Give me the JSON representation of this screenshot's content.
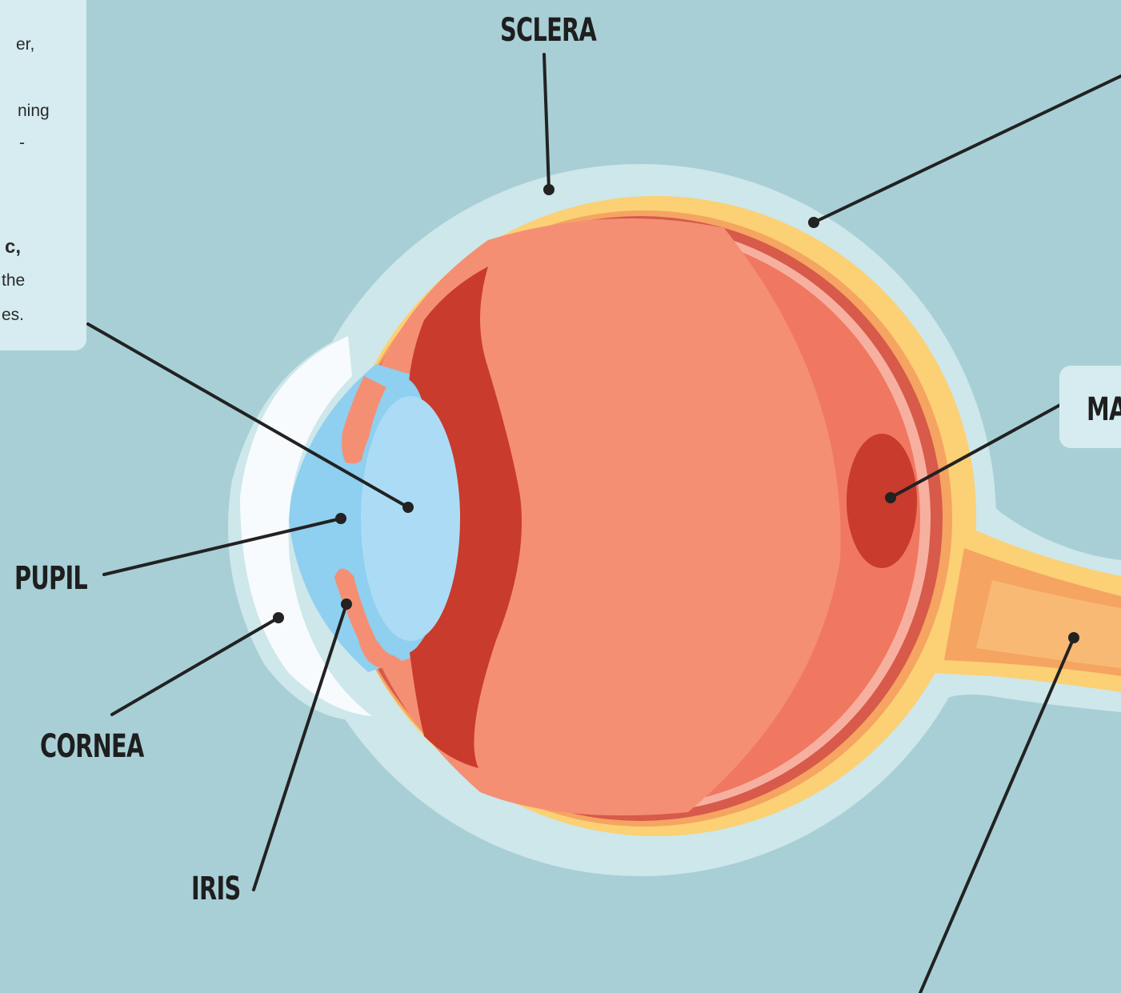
{
  "labels": {
    "sclera": "SCLERA",
    "pupil": "PUPIL",
    "cornea": "CORNEA",
    "iris": "IRIS",
    "macula_partial": "MA"
  },
  "info_box_fragments": [
    "er,",
    "ning",
    "-",
    "c,",
    "the",
    "es."
  ],
  "colors": {
    "background": "#a8cfd6",
    "sclera_outer": "#cde7ea",
    "choroid": "#fcd074",
    "retina_orange": "#f5a462",
    "vitreous": "#f48f74",
    "retina_inner": "#f07860",
    "ciliary_dark": "#c93b2c",
    "lens": "#acdcf5",
    "aqueous": "#8fcff0",
    "cornea_white": "#f7fbfd",
    "macula": "#c93b2c",
    "optic_nerve": "#f8b974",
    "leader_line": "#222222"
  }
}
